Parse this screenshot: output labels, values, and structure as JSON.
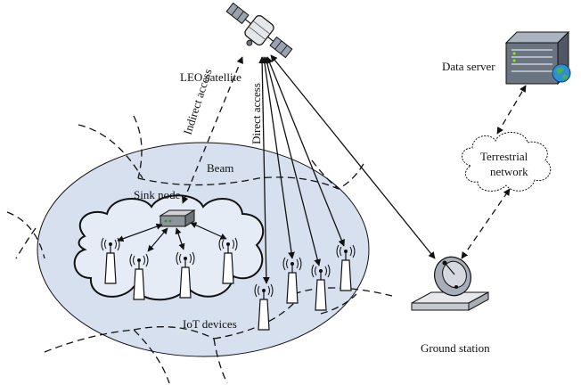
{
  "labels": {
    "satellite": "LEO satellite",
    "data_server": "Data server",
    "indirect_access": "Indirect access",
    "direct_access": "Direct access",
    "terrestrial_network_line1": "Terrestrial",
    "terrestrial_network_line2": "network",
    "beam": "Beam",
    "sink_node": "Sink node",
    "iot_devices": "IoT devices",
    "ground_station": "Ground station"
  },
  "colors": {
    "beam_fill": "#d7e0ee",
    "server_body": "#6b7582",
    "globe": "#2f8fd6",
    "leaf": "#4caf50"
  }
}
